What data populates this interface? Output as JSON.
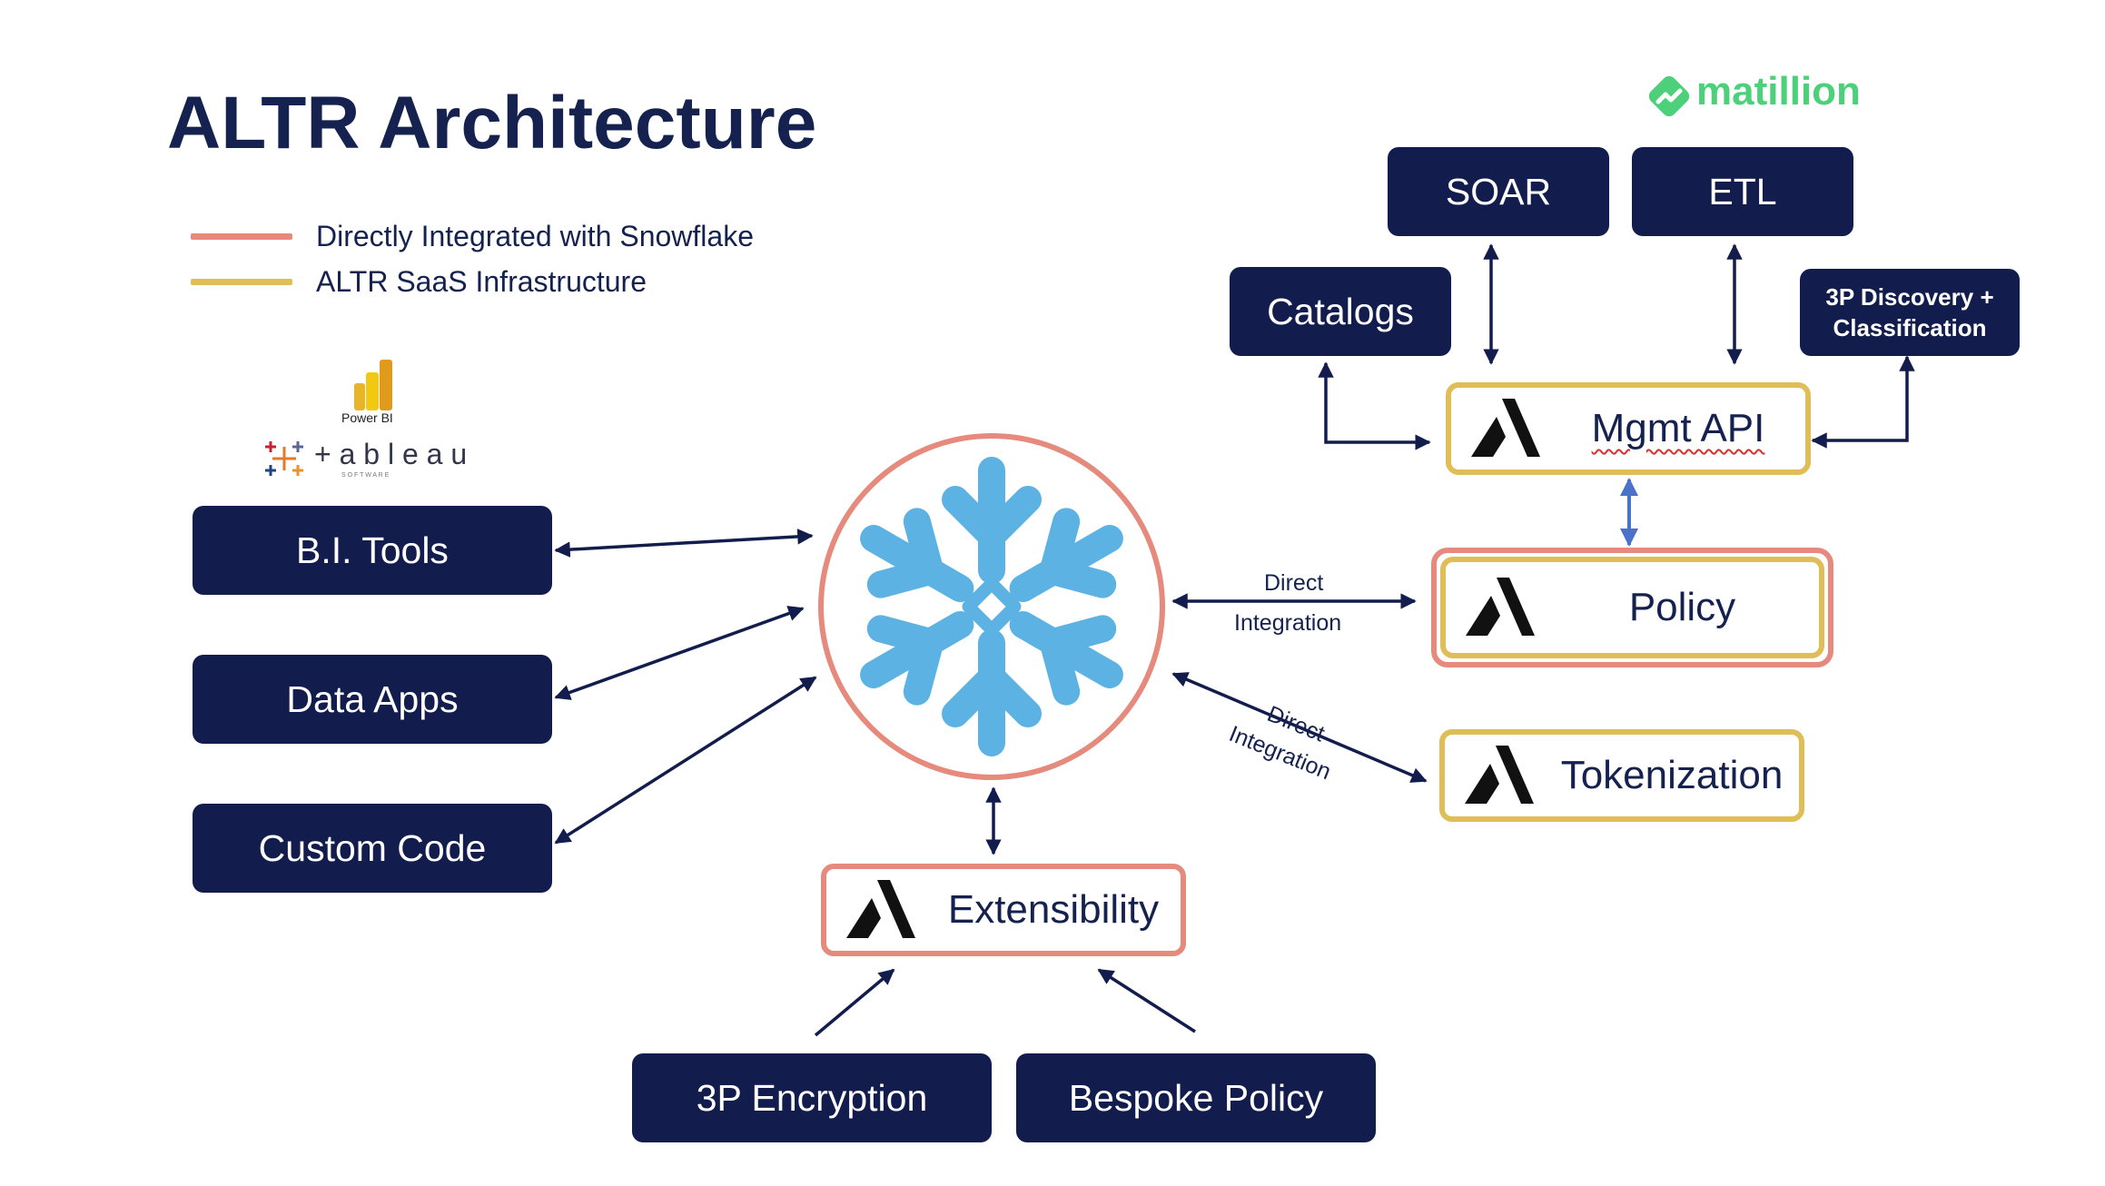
{
  "title": "ALTR Architecture",
  "legend": [
    {
      "label": "Directly Integrated with Snowflake",
      "color": "#e58a7d"
    },
    {
      "label": "ALTR SaaS Infrastructure",
      "color": "#dfbd57"
    }
  ],
  "logos": {
    "matillion": "matillion",
    "powerbi": "Power BI",
    "tableau": "+ a b l e a u",
    "tableau_sub": "S O F T W A R E"
  },
  "left_boxes": {
    "bi_tools": "B.I. Tools",
    "data_apps": "Data Apps",
    "custom_code": "Custom Code"
  },
  "top_boxes": {
    "soar": "SOAR",
    "etl": "ETL",
    "catalogs": "Catalogs",
    "discovery_line1": "3P Discovery +",
    "discovery_line2": "Classification"
  },
  "altr_nodes": {
    "mgmt_api": "Mgmt API",
    "policy": "Policy",
    "tokenization": "Tokenization",
    "extensibility": "Extensibility"
  },
  "bottom_boxes": {
    "encryption": "3P Encryption",
    "bespoke": "Bespoke Policy"
  },
  "edge_labels": {
    "policy_line1": "Direct",
    "policy_line2": "Integration",
    "token_line1": "Direct",
    "token_line2": "Integration"
  },
  "colors": {
    "navy": "#131d4d",
    "gold": "#dfbd57",
    "salmon": "#e58a7d",
    "snowflake": "#5bb2e3",
    "arrow": "#131d4d",
    "arrow_blue": "#4a72c8",
    "matillion_green": "#4cd17a"
  },
  "icons": [
    "snowflake-icon",
    "altr-logo-icon",
    "powerbi-icon",
    "tableau-icon",
    "matillion-icon"
  ]
}
